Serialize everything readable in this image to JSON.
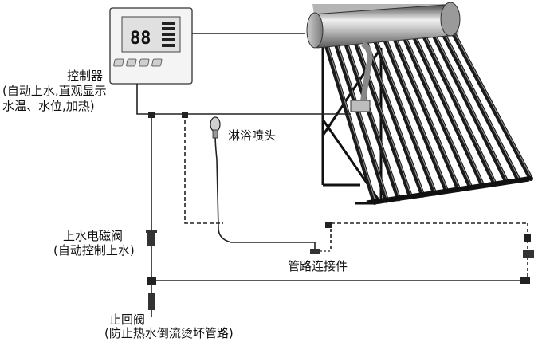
{
  "labels": {
    "controller": {
      "title": "控制器",
      "line1": "(自动上水,直观显示",
      "line2": "水温、水位,加热)"
    },
    "shower": "淋浴喷头",
    "inlet_valve": {
      "title": "上水电磁阀",
      "note": "(自动控制上水)"
    },
    "pipe_connector": "管路连接件",
    "check_valve": {
      "title": "止回阀",
      "note": "(防止热水倒流烫坏管路)"
    }
  },
  "display": {
    "digits": "88",
    "button_count": 4,
    "level_bars": 5
  },
  "colors": {
    "pipe": "#222222",
    "tank_dark": "#6e6e6e",
    "tank_light": "#e6e6e6",
    "tube": "#1a1a1a",
    "panel": "#f2f2f2"
  }
}
